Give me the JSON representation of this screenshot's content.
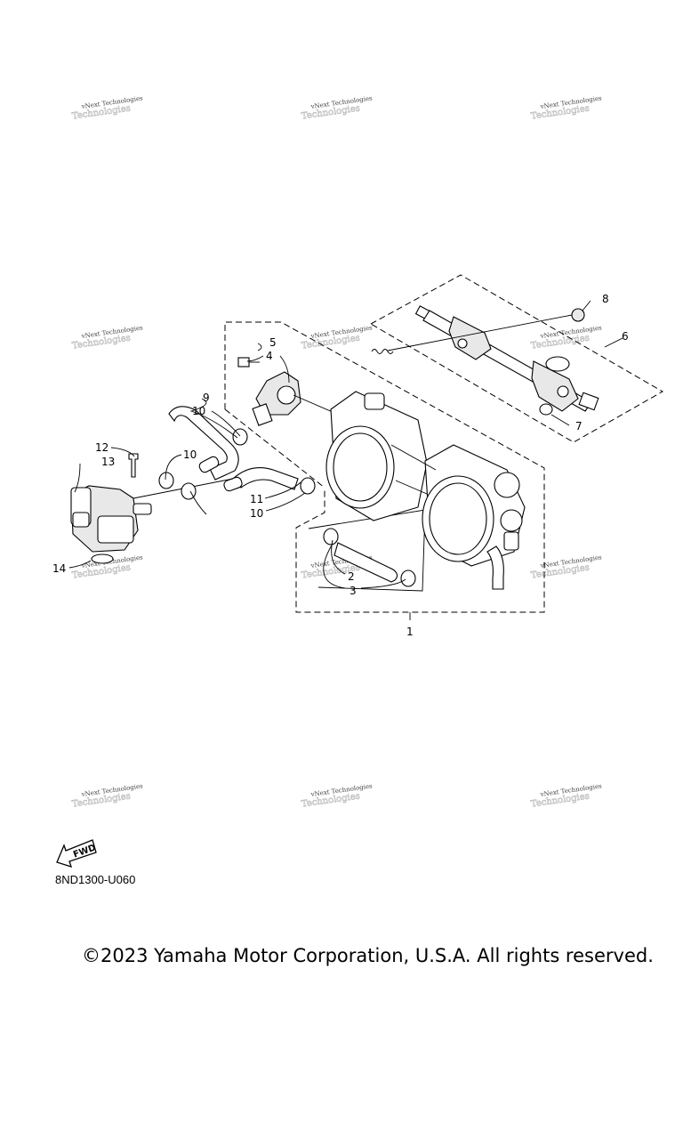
{
  "diagram": {
    "callouts": [
      "1",
      "2",
      "3",
      "4",
      "5",
      "6",
      "7",
      "8",
      "9",
      "10",
      "10",
      "11",
      "12",
      "13",
      "14"
    ],
    "fwd_label": "FWD",
    "watermark": "vNext Technologies",
    "code": "8ND1300-U060"
  },
  "footer": {
    "copyright": "©2023 Yamaha Motor Corporation, U.S.A. All rights reserved."
  }
}
